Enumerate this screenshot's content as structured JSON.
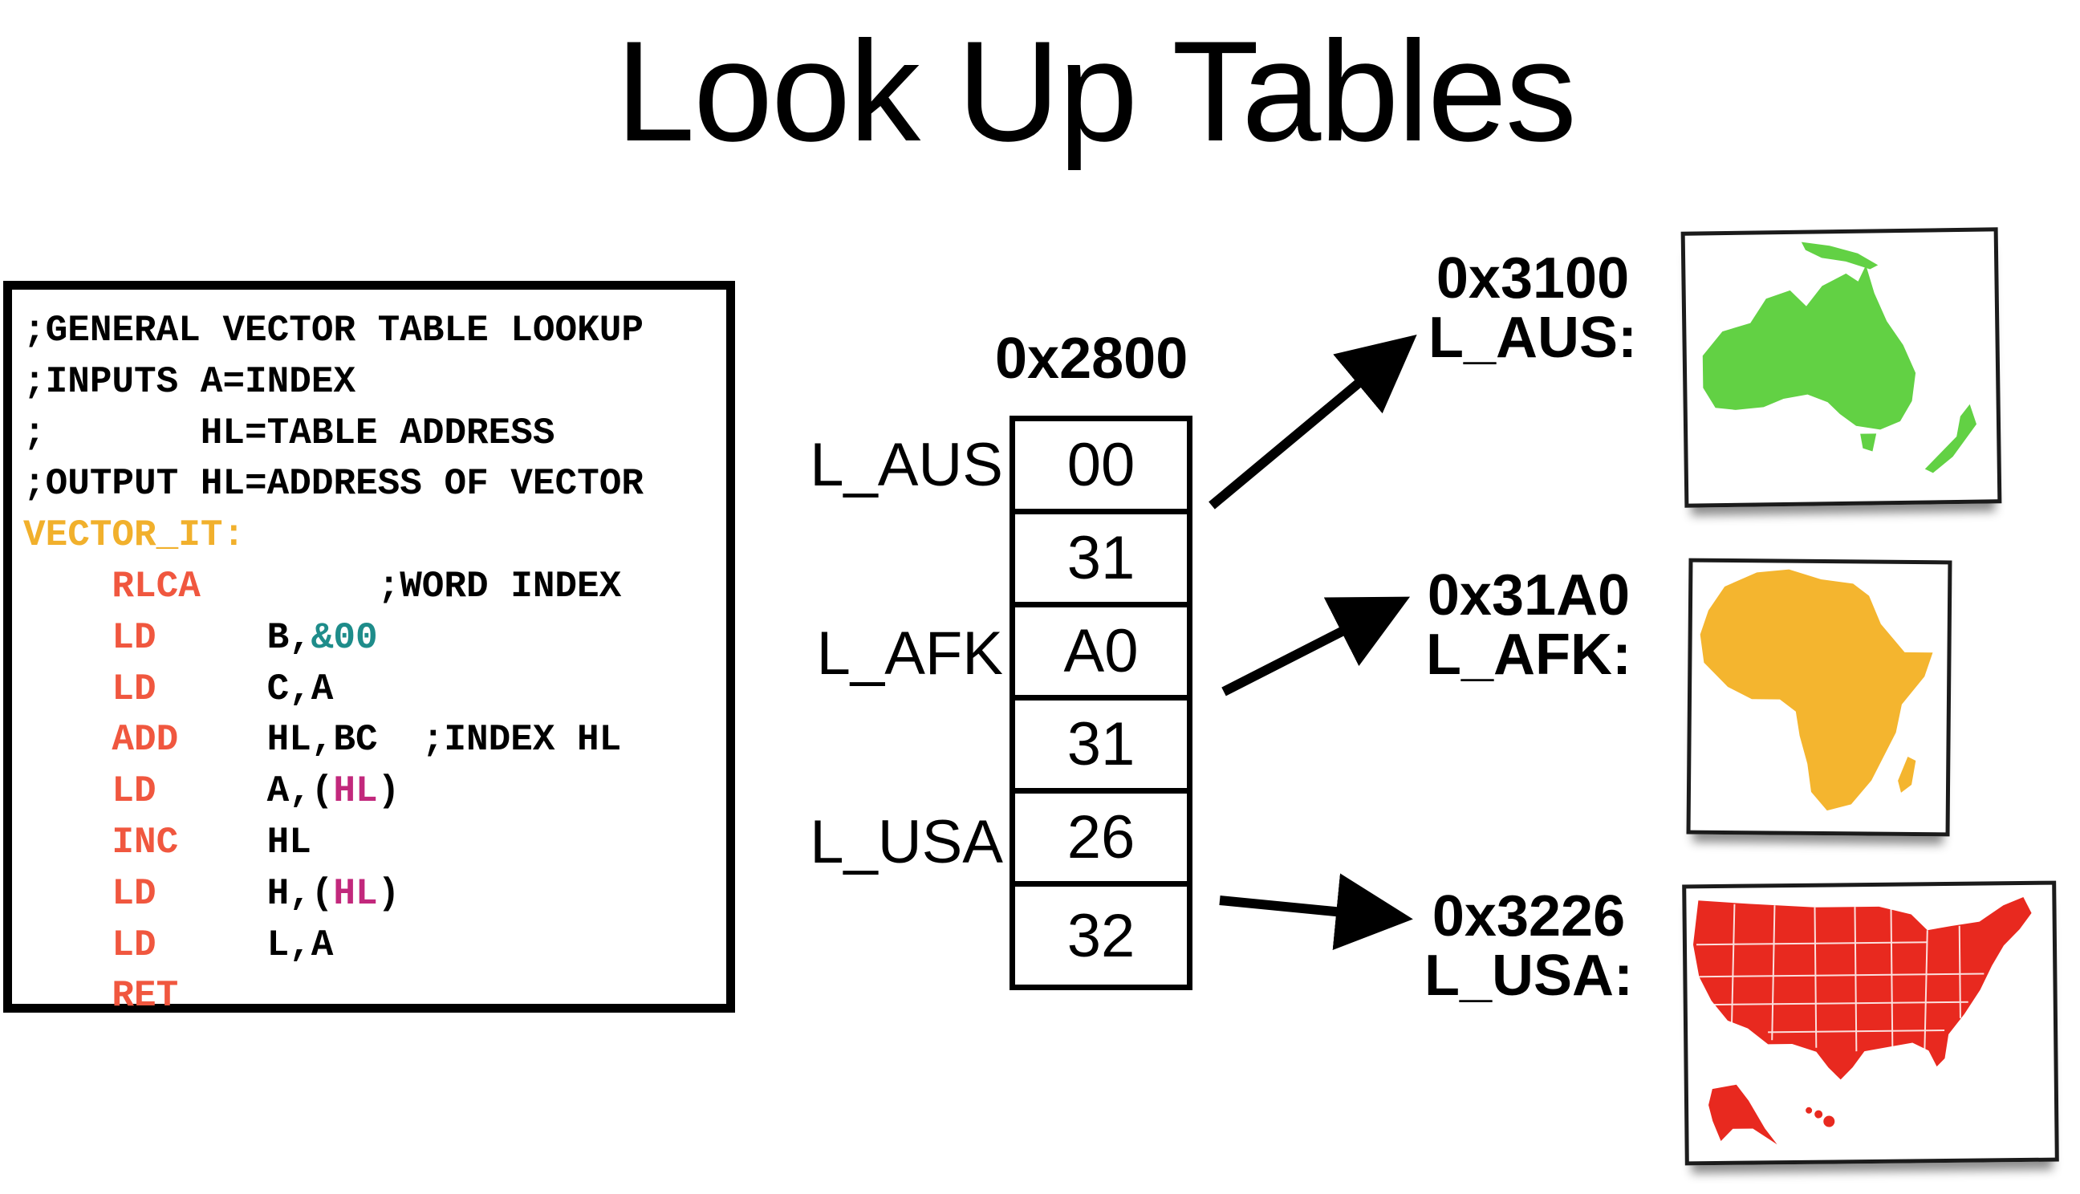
{
  "title": "Look Up Tables",
  "code": [
    [
      {
        "t": ";GENERAL VECTOR TABLE LOOKUP",
        "c": "txt",
        "col": 0
      }
    ],
    [
      {
        "t": ";INPUTS A=INDEX",
        "c": "txt",
        "col": 0
      }
    ],
    [
      {
        "t": ";",
        "c": "txt",
        "col": 0
      },
      {
        "t": "HL=TABLE ADDRESS",
        "c": "txt",
        "col": 8
      }
    ],
    [
      {
        "t": ";OUTPUT HL=ADDRESS OF VECTOR",
        "c": "txt",
        "col": 0
      }
    ],
    [
      {
        "t": "VECTOR_IT:",
        "c": "label",
        "col": 0
      }
    ],
    [
      {
        "t": "RLCA",
        "c": "op",
        "col": 4
      },
      {
        "t": ";WORD INDEX",
        "c": "txt",
        "col": 16
      }
    ],
    [
      {
        "t": "LD",
        "c": "op",
        "col": 4
      },
      {
        "t": "B,",
        "c": "txt",
        "col": 11
      },
      {
        "t": "&00",
        "c": "lit",
        "col": 13
      }
    ],
    [
      {
        "t": "LD",
        "c": "op",
        "col": 4
      },
      {
        "t": "C,A",
        "c": "txt",
        "col": 11
      }
    ],
    [
      {
        "t": "ADD",
        "c": "op",
        "col": 4
      },
      {
        "t": "HL,BC",
        "c": "txt",
        "col": 11
      },
      {
        "t": ";INDEX HL",
        "c": "txt",
        "col": 18
      }
    ],
    [
      {
        "t": "LD",
        "c": "op",
        "col": 4
      },
      {
        "t": "A,(",
        "c": "txt",
        "col": 11
      },
      {
        "t": "HL",
        "c": "reg",
        "col": 14
      },
      {
        "t": ")",
        "c": "txt",
        "col": 16
      }
    ],
    [
      {
        "t": "INC",
        "c": "op",
        "col": 4
      },
      {
        "t": "HL",
        "c": "txt",
        "col": 11
      }
    ],
    [
      {
        "t": "LD",
        "c": "op",
        "col": 4
      },
      {
        "t": "H,(",
        "c": "txt",
        "col": 11
      },
      {
        "t": "HL",
        "c": "reg",
        "col": 14
      },
      {
        "t": ")",
        "c": "txt",
        "col": 16
      }
    ],
    [
      {
        "t": "LD",
        "c": "op",
        "col": 4
      },
      {
        "t": "L,A",
        "c": "txt",
        "col": 11
      }
    ],
    [
      {
        "t": "RET",
        "c": "op",
        "col": 4
      }
    ]
  ],
  "table": {
    "address": "0x2800",
    "cells": [
      "00",
      "31",
      "A0",
      "31",
      "26",
      "32"
    ],
    "labels": [
      "L_AUS",
      "L_AFK",
      "L_USA"
    ]
  },
  "targets": [
    {
      "address": "0x3100",
      "label": "L_AUS:",
      "map": "australia-map",
      "color": "#62d144"
    },
    {
      "address": "0x31A0",
      "label": "L_AFK:",
      "map": "africa-map",
      "color": "#f4b52f"
    },
    {
      "address": "0x3226",
      "label": "L_USA:",
      "map": "usa-map",
      "color": "#e8291f"
    }
  ],
  "colors": {
    "opcode": "#f0573f",
    "label": "#f1b02c",
    "literal": "#1e8c8a",
    "register": "#c2287c"
  }
}
